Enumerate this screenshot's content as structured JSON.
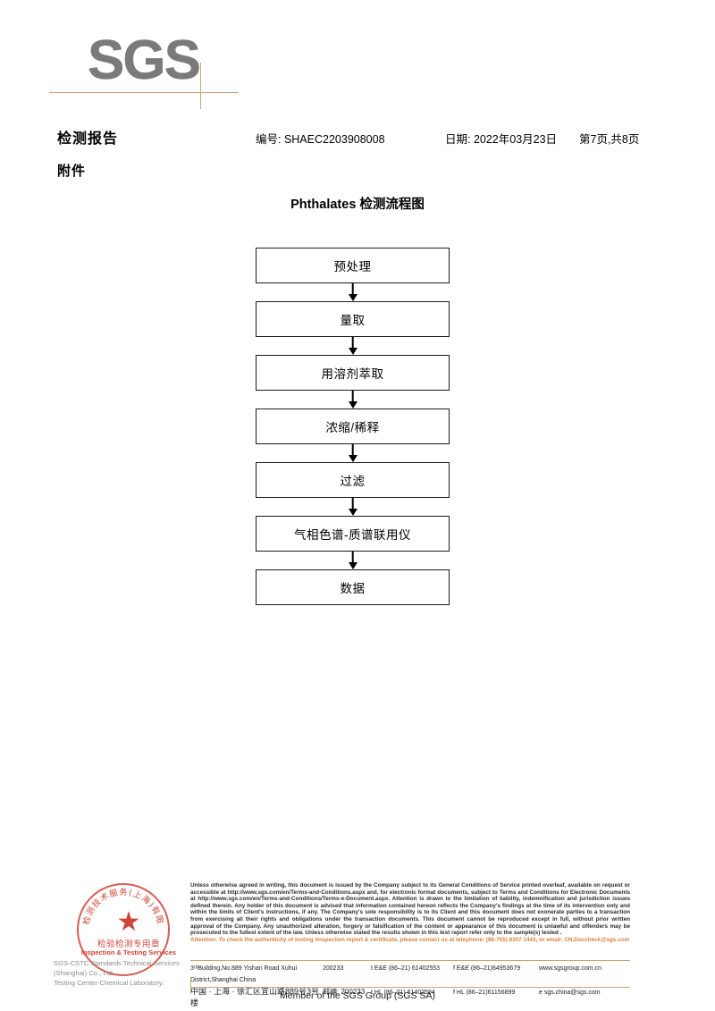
{
  "logo": {
    "text": "SGS"
  },
  "header": {
    "report_title": "检测报告",
    "report_no": "编号: SHAEC2203908008",
    "date": "日期: 2022年03月23日",
    "page": "第7页,共8页",
    "attachment": "附件"
  },
  "flowchart": {
    "title": "Phthalates 检测流程图",
    "steps": [
      {
        "label": "预处理"
      },
      {
        "label": "量取"
      },
      {
        "label": "用溶剂萃取"
      },
      {
        "label": "浓缩/稀释"
      },
      {
        "label": "过滤"
      },
      {
        "label": "气相色谱-质谱联用仪"
      },
      {
        "label": "数据"
      }
    ]
  },
  "stamp": {
    "ring_text_cn": "检验检测技术服务(上海)有限公司",
    "star": "★",
    "center_cn": "检验检测专用章",
    "center_en": "Inspection & Testing Services",
    "company_line1": "SGS-CSTC Standards Technical Services (Shanghai) Co., Ltd.",
    "company_line2": "Testing Center-Chemical Laboratory.",
    "color": "#cf4436"
  },
  "footer": {
    "legal_text": "Unless otherwise agreed in writing, this document is issued by the Company subject to its General Conditions of Service printed overleaf, available on request or accessible at http://www.sgs.com/en/Terms-and-Conditions.aspx and, for electronic format documents, subject to Terms and Conditions for Electronic Documents at http://www.sgs.com/en/Terms-and-Conditions/Terms-e-Document.aspx. Attention is drawn to the limitation of liability, indemnification and jurisdiction issues defined therein. Any holder of this document is advised that information contained hereon reflects the Company's findings at the time of its intervention only and within the limits of Client's instructions, if any. The Company's sole responsibility is to its Client and this document does not exonerate parties to a transaction from exercising all their rights and obligations under the transaction documents. This document cannot be reproduced except in full, without prior written approval of the Company. Any unauthorized alteration, forgery or falsification of the content or appearance of this document is unlawful and offenders may be prosecuted to the fullest extent of the law. Unless otherwise stated the results shown in this test report refer only to the sample(s) tested .",
    "attention_text": "Attention: To check the authenticity of testing /inspection report & certificate, please contact us at telephone: (86-755) 8307 1443, or email: CN.Doccheck@sgs.com",
    "attention_color": "#d4813f",
    "address_en": "3ʳᵈBuilding,No.889 Yishan Road Xuhui District,Shanghai China",
    "postcode_en": "200233",
    "tel_en_1": "t E&E (86–21) 61402553",
    "fax_en_1": "f E&E (86–21)64953679",
    "website": "www.sgsgroup.com.cn",
    "address_cn": "中国 · 上海 · 徐汇区宜山路889号3号楼",
    "postcode_cn": "邮编: 200233",
    "tel_en_2": "t HL (86–21) 61402594",
    "fax_en_2": "f HL (86–21)61156899",
    "email": "e  sgs.china@sgs.com",
    "member_line": "Member of the SGS Group (SGS SA)",
    "rule_color": "#c8a47a"
  }
}
